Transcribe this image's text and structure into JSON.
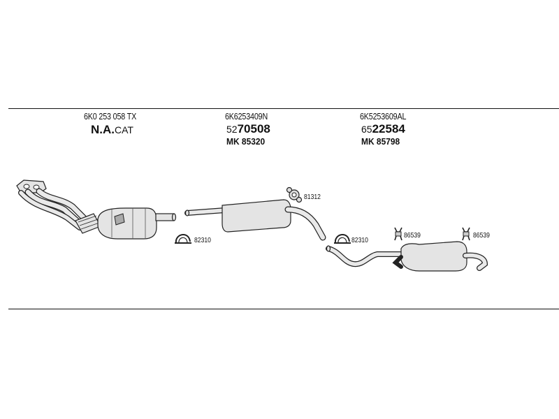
{
  "groups": [
    {
      "part_number": "6K0 253 058 TX",
      "main_bold": "N.A.",
      "main_suffix": "CAT",
      "mk": ""
    },
    {
      "part_number": "6K6253409N",
      "main_prefix": "52",
      "main_bold": "70508",
      "mk": "MK 85320"
    },
    {
      "part_number": "6K5253609AL",
      "main_prefix": "65",
      "main_bold": "22584",
      "mk": "MK 85798"
    }
  ],
  "codes": {
    "clamp_front": "82310",
    "clamp_rear": "82310",
    "gasket": "81312",
    "hanger_1": "86539",
    "hanger_2": "86539"
  }
}
